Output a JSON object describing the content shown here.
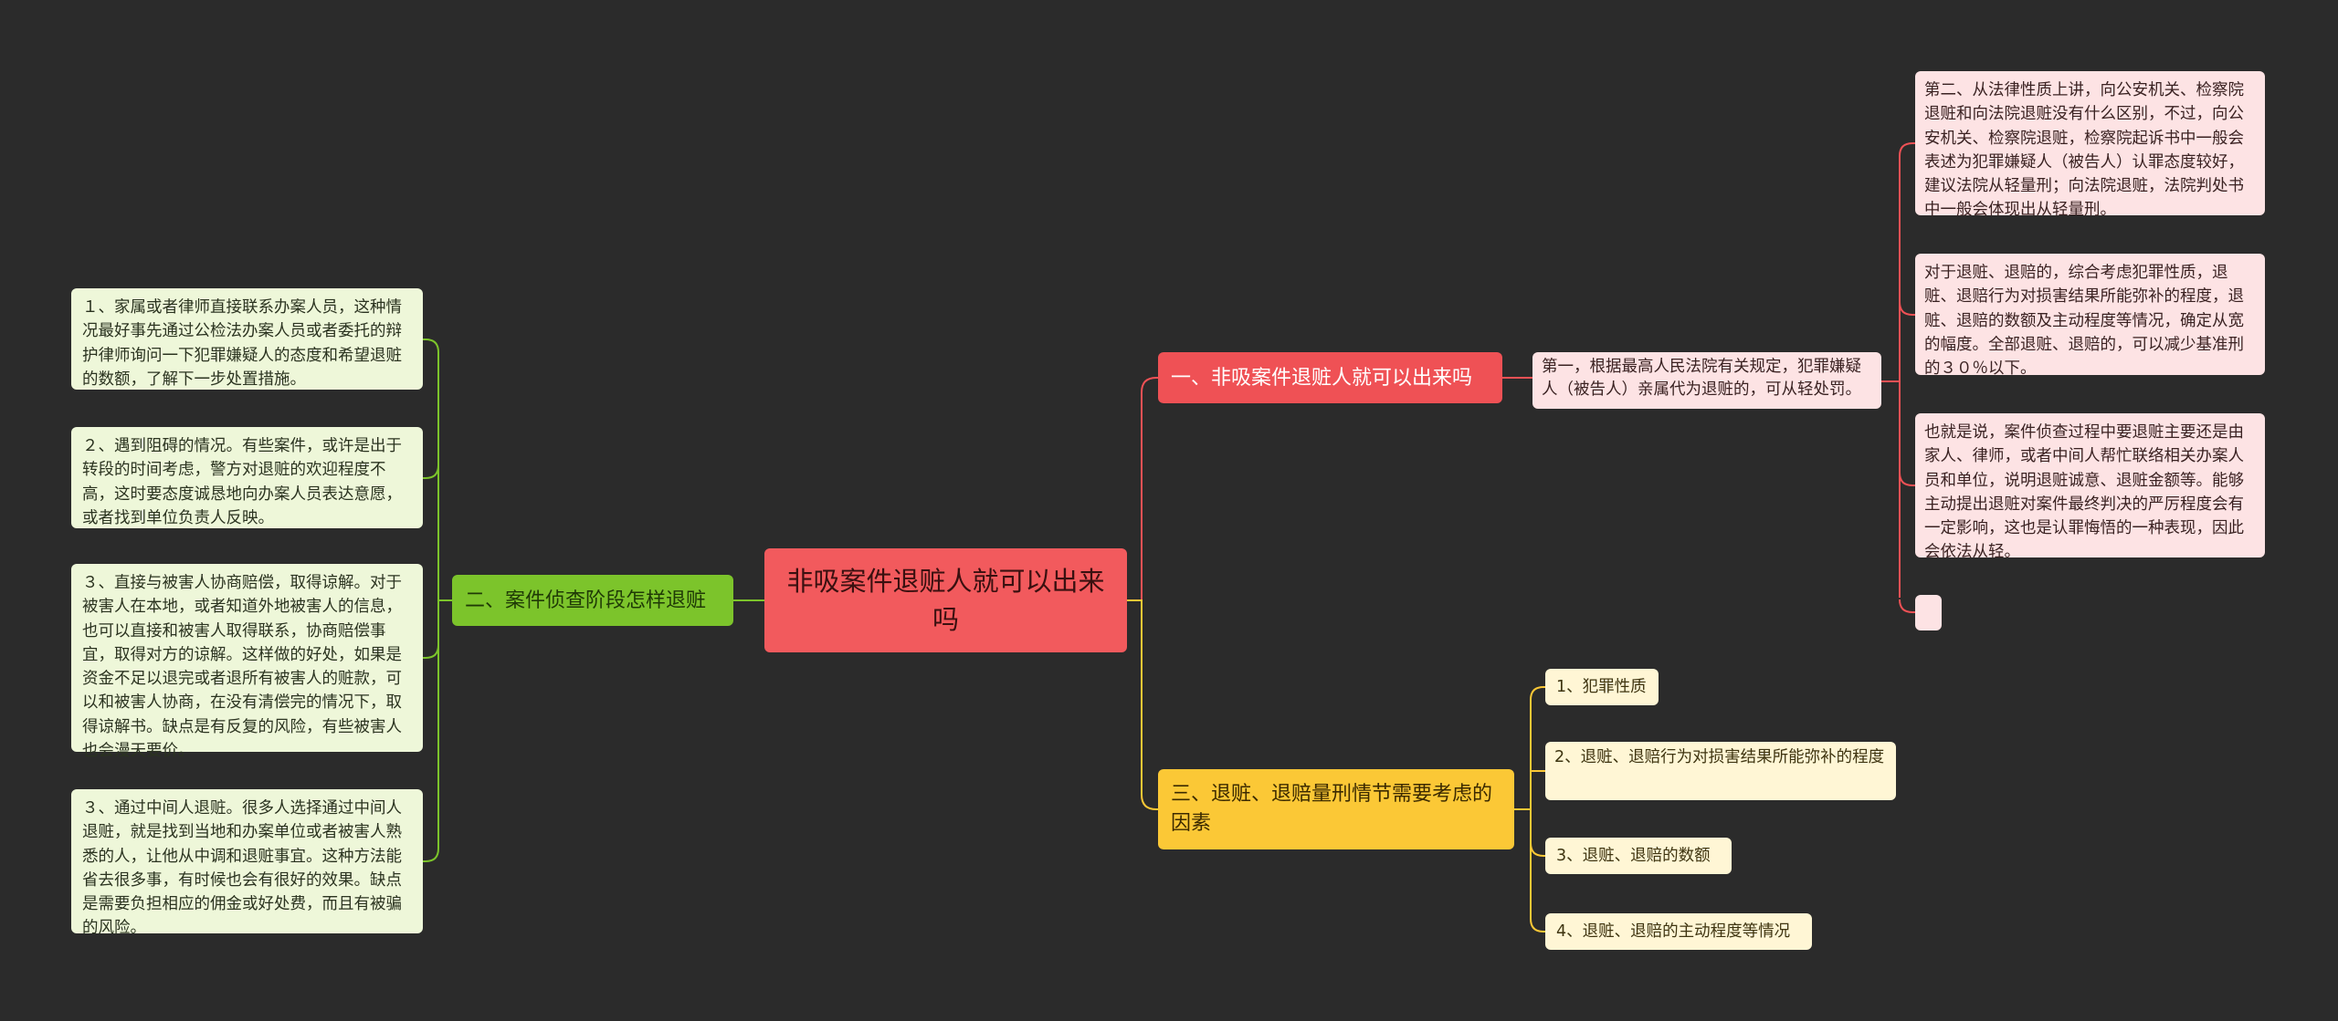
{
  "colors": {
    "background": "#2b2b2b",
    "root": "#f25a5d",
    "branch_red": "#ef5155",
    "branch_green": "#7cc42b",
    "branch_yellow": "#fbc836",
    "leaf_pink": "#fde3e4",
    "leaf_green": "#eef7d9",
    "leaf_yellow": "#fff6d5"
  },
  "root": {
    "title": "非吸案件退赃人就可以出来吗"
  },
  "branch_red": {
    "title": "一、非吸案件退赃人就可以出来吗",
    "middle": "第一，根据最高人民法院有关规定，犯罪嫌疑人（被告人）亲属代为退赃的，可从轻处罚。",
    "leaves": [
      "第二、从法律性质上讲，向公安机关、检察院退赃和向法院退赃没有什么区别，不过，向公安机关、检察院退赃，检察院起诉书中一般会表述为犯罪嫌疑人（被告人）认罪态度较好，建议法院从轻量刑；向法院退赃，法院判处书中一般会体现出从轻量刑。",
      "对于退赃、退赔的，综合考虑犯罪性质，退赃、退赔行为对损害结果所能弥补的程度，退赃、退赔的数额及主动程度等情况，确定从宽的幅度。全部退赃、退赔的，可以减少基准刑的３０％以下。",
      "也就是说，案件侦查过程中要退赃主要还是由家人、律师，或者中间人帮忙联络相关办案人员和单位，说明退赃诚意、退赃金额等。能够主动提出退赃对案件最终判决的严厉程度会有一定影响，这也是认罪悔悟的一种表现，因此会依法从轻。",
      ""
    ]
  },
  "branch_green": {
    "title": "二、案件侦查阶段怎样退赃",
    "leaves": [
      "１、家属或者律师直接联系办案人员，这种情况最好事先通过公检法办案人员或者委托的辩护律师询问一下犯罪嫌疑人的态度和希望退赃的数额，了解下一步处置措施。",
      "２、遇到阻碍的情况。有些案件，或许是出于转段的时间考虑，警方对退赃的欢迎程度不高，这时要态度诚恳地向办案人员表达意愿，或者找到单位负责人反映。",
      "３、直接与被害人协商赔偿，取得谅解。对于被害人在本地，或者知道外地被害人的信息，也可以直接和被害人取得联系，协商赔偿事宜，取得对方的谅解。这样做的好处，如果是资金不足以退完或者退所有被害人的赃款，可以和被害人协商，在没有清偿完的情况下，取得谅解书。缺点是有反复的风险，有些被害人也会漫天要价。",
      "３、通过中间人退赃。很多人选择通过中间人退赃，就是找到当地和办案单位或者被害人熟悉的人，让他从中调和退赃事宜。这种方法能省去很多事，有时候也会有很好的效果。缺点是需要负担相应的佣金或好处费，而且有被骗的风险。"
    ]
  },
  "branch_yellow": {
    "title": "三、退赃、退赔量刑情节需要考虑的因素",
    "leaves": [
      "1、犯罪性质",
      "2、退赃、退赔行为对损害结果所能弥补的程度",
      "3、退赃、退赔的数额",
      "4、退赃、退赔的主动程度等情况"
    ]
  }
}
